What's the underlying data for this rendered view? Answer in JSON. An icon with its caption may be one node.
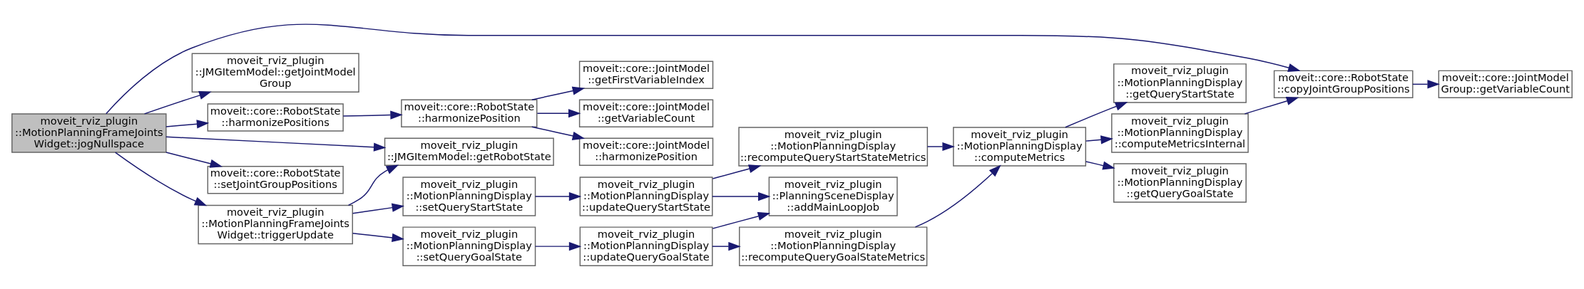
{
  "diagram": {
    "nodes": [
      {
        "text": [
          "moveit_rviz_plugin ::MotionPlanningFrameJoints Widget::jogNullspace"
        ]
      },
      {
        "text": [
          "moveit::core::RobotState ::copyJointGroupPositions"
        ]
      },
      {
        "text": [
          "moveit_rviz_plugin ::JMGItemModel::getJointModel Group"
        ]
      },
      {
        "text": [
          "moveit::core::RobotState ::harmonizePositions"
        ]
      },
      {
        "text": [
          "moveit_rviz_plugin ::JMGItemModel::getRobotState"
        ]
      },
      {
        "text": [
          "moveit::core::RobotState ::setJointGroupPositions"
        ]
      },
      {
        "text": [
          "moveit_rviz_plugin ::MotionPlanningFrameJoints Widget::triggerUpdate"
        ]
      },
      {
        "text": [
          "moveit::core::JointModel Group::getVariableCount"
        ]
      },
      {
        "text": [
          "moveit::core::RobotState ::harmonizePosition"
        ]
      },
      {
        "text": [
          "moveit::core::JointModel ::getFirstVariableIndex"
        ]
      },
      {
        "text": [
          "moveit::core::JointModel ::getVariableCount"
        ]
      },
      {
        "text": [
          "moveit::core::JointModel ::harmonizePosition"
        ]
      },
      {
        "text": [
          "moveit_rviz_plugin ::MotionPlanningDisplay ::setQueryStartState"
        ]
      },
      {
        "text": [
          "moveit_rviz_plugin ::MotionPlanningDisplay ::setQueryGoalState"
        ]
      },
      {
        "text": [
          "moveit_rviz_plugin ::MotionPlanningDisplay ::updateQueryStartState"
        ]
      },
      {
        "text": [
          "moveit_rviz_plugin ::MotionPlanningDisplay ::updateQueryGoalState"
        ]
      },
      {
        "text": [
          "moveit_rviz_plugin ::MotionPlanningDisplay ::recomputeQueryStartStateMetrics"
        ]
      },
      {
        "text": [
          "moveit_rviz_plugin ::PlanningSceneDisplay ::addMainLoopJob"
        ]
      },
      {
        "text": [
          "moveit_rviz_plugin ::MotionPlanningDisplay ::recomputeQueryGoalStateMetrics"
        ]
      },
      {
        "text": [
          "moveit_rviz_plugin ::MotionPlanningDisplay ::computeMetrics"
        ]
      },
      {
        "text": [
          "moveit_rviz_plugin ::MotionPlanningDisplay ::getQueryStartState"
        ]
      },
      {
        "text": [
          "moveit_rviz_plugin ::MotionPlanningDisplay ::computeMetricsInternal"
        ]
      },
      {
        "text": [
          "moveit_rviz_plugin ::MotionPlanningDisplay ::getQueryGoalState"
        ]
      }
    ],
    "edges": [
      {
        "from": 0,
        "to": 1,
        "arrow": "to"
      },
      {
        "from": 0,
        "to": 2,
        "arrow": "to"
      },
      {
        "from": 0,
        "to": 3,
        "arrow": "to"
      },
      {
        "from": 0,
        "to": 4,
        "arrow": "to"
      },
      {
        "from": 0,
        "to": 5,
        "arrow": "to"
      },
      {
        "from": 0,
        "to": 6,
        "arrow": "to"
      },
      {
        "from": 1,
        "to": 7,
        "arrow": "to"
      },
      {
        "from": 3,
        "to": 8,
        "arrow": "to"
      },
      {
        "from": 8,
        "to": 9,
        "arrow": "to"
      },
      {
        "from": 8,
        "to": 10,
        "arrow": "to"
      },
      {
        "from": 8,
        "to": 11,
        "arrow": "to"
      },
      {
        "from": 6,
        "to": 4,
        "arrow": "to"
      },
      {
        "from": 6,
        "to": 12,
        "arrow": "to"
      },
      {
        "from": 6,
        "to": 13,
        "arrow": "to"
      },
      {
        "from": 12,
        "to": 14,
        "arrow": "to"
      },
      {
        "from": 13,
        "to": 15,
        "arrow": "to"
      },
      {
        "from": 14,
        "to": 16,
        "arrow": "to"
      },
      {
        "from": 14,
        "to": 17,
        "arrow": "to"
      },
      {
        "from": 15,
        "to": 17,
        "arrow": "to"
      },
      {
        "from": 15,
        "to": 18,
        "arrow": "to"
      },
      {
        "from": 16,
        "to": 19,
        "arrow": "to"
      },
      {
        "from": 18,
        "to": 19,
        "arrow": "to"
      },
      {
        "from": 19,
        "to": 20,
        "arrow": "to"
      },
      {
        "from": 19,
        "to": 21,
        "arrow": "to"
      },
      {
        "from": 19,
        "to": 22,
        "arrow": "to"
      },
      {
        "from": 21,
        "to": 1,
        "arrow": "to"
      }
    ]
  }
}
